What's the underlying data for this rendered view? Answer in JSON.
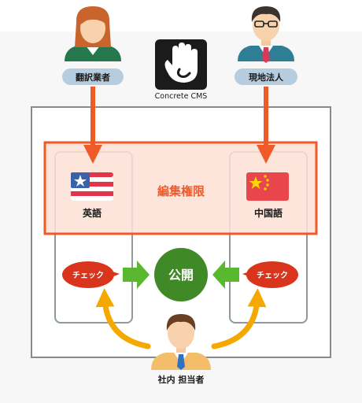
{
  "roles": {
    "translator": "翻訳業者",
    "local_corp": "現地法人",
    "staff": "社内 担当者"
  },
  "logo": {
    "name": "Concrete CMS"
  },
  "edit_permission": "編集権限",
  "languages": {
    "english": "英語",
    "chinese": "中国語"
  },
  "check": {
    "left": "チェック",
    "right": "チェック"
  },
  "publish": "公開",
  "colors": {
    "accent_orange": "#f05a28",
    "check_red": "#d9341c",
    "publish_green": "#3f8a26",
    "arrow_green": "#5ab82e",
    "arrow_yellow": "#f5a800",
    "pill_blue": "#b6ccdf",
    "highlight_fill": "#fde0d6"
  },
  "icons": [
    "concrete-cms-hand-icon",
    "us-flag-icon",
    "china-flag-icon",
    "person-icon"
  ]
}
